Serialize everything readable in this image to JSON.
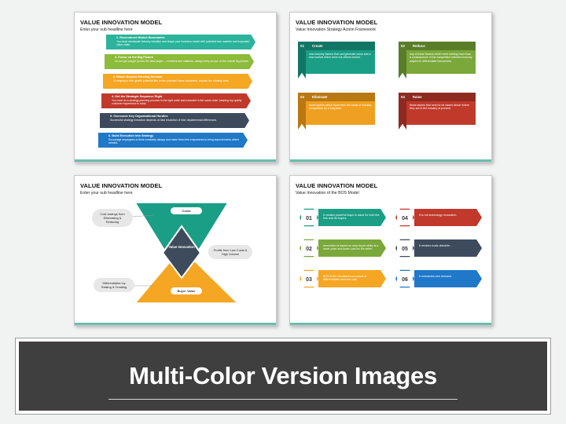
{
  "slide1": {
    "title": "VALUE INNOVATION MODEL",
    "subtitle": "Enter your sub headline here",
    "items": [
      {
        "title": "1. Reconstruct Market Boundaries",
        "text": "You must reevaluate industry situation and shape your business model with potential new markets and expanded value chain.",
        "color": "#2bb39b"
      },
      {
        "title": "2. Focus on the Big Picture",
        "text": "Do not get caught up into the data jungle — numbers and statistics, always keep an eye on the overall big picture.",
        "color": "#8dbb3a"
      },
      {
        "title": "3. Reach Beyond Existing Demand",
        "text": "A company's true growth potential lies on the potential future customers, beyond the existing ones.",
        "color": "#f5a623"
      },
      {
        "title": "4. Get the Strategic Sequence Right",
        "text": "You must do a strategy planning process in the right order and executed in the same order, keeping top quality customer experience in mind.",
        "color": "#c0392b"
      },
      {
        "title": "5. Overcome Key Organizational Hurdles",
        "text": "Successful strategy execution depends on fast resolution of inter departmental differences.",
        "color": "#3d4b5c"
      },
      {
        "title": "6. Build Execution into Strategy",
        "text": "Encourage employees to think creatively always and make them feel empowered to bring improvements where needed.",
        "color": "#1f78c8"
      }
    ]
  },
  "slide2": {
    "title": "VALUE INNOVATION MODEL",
    "subtitle": "Value Innovation Strategy Action Framework",
    "boxes": [
      {
        "num": "01",
        "label": "Create",
        "text": "new industry factors that can generate value and a new market which were not offered before.",
        "color": "#1a9e86",
        "dark": "#137664"
      },
      {
        "num": "02",
        "label": "Reduce",
        "text": "any of those factors which were nothing more than a consequence of the competition between industry players to differentiate themselves.",
        "color": "#7aa83a",
        "dark": "#5a7d2a"
      },
      {
        "num": "03",
        "label": "Eliminate",
        "text": "those factors which have been the basis of industry competition for a long time.",
        "color": "#f0a020",
        "dark": "#b97812"
      },
      {
        "num": "04",
        "label": "Raise",
        "text": "those factors that need to be raised above where they are in the industry at present.",
        "color": "#c0392b",
        "dark": "#8e2a20"
      }
    ]
  },
  "slide3": {
    "title": "VALUE INNOVATION MODEL",
    "subtitle": "Enter your sub headline here",
    "costs": "Costs",
    "center": "Value Innovation",
    "buyer": "Buyer Value",
    "left_top": "Cost savings from Eliminating & Reducing",
    "right": "Profits from Low Costs & High Volume",
    "left_bottom": "Differentiation by Raising & Creating",
    "colors": {
      "top": "#1a9e86",
      "bottom": "#f5a623",
      "center": "#3d4b5c"
    }
  },
  "slide4": {
    "title": "VALUE INNOVATION MODEL",
    "subtitle": "Value Innovation of the BOS Model",
    "items": [
      {
        "num": "01",
        "text": "It creates powerful leaps in value for both the firm and its buyers.",
        "color": "#1a9e86"
      },
      {
        "num": "02",
        "text": "Innovation is based on near buyer utility at a lower price and lower cost for the seller.",
        "color": "#7aa83a"
      },
      {
        "num": "03",
        "text": "BOS is the simultaneous pursuit of differentiation and low cost.",
        "color": "#f5a623"
      },
      {
        "num": "04",
        "text": "It is not technology innovation.",
        "color": "#c0392b"
      },
      {
        "num": "05",
        "text": "It renders rivals obsolete.",
        "color": "#3d4b5c"
      },
      {
        "num": "06",
        "text": "It unleashes new demand.",
        "color": "#1f78c8"
      }
    ]
  },
  "banner": {
    "title": "Multi-Color Version Images"
  }
}
